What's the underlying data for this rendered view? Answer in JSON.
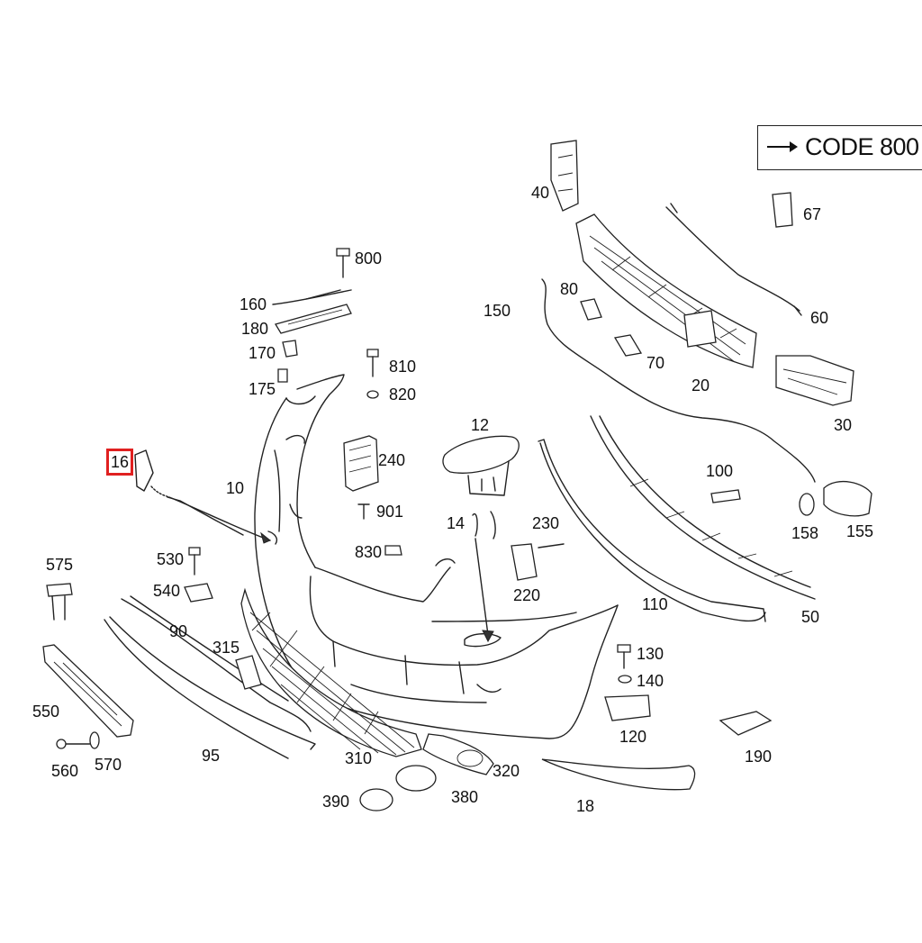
{
  "code_box": {
    "label": "CODE 800"
  },
  "highlighted_part": "16",
  "labels": {
    "p10": "10",
    "p12": "12",
    "p14": "14",
    "p18": "18",
    "p20": "20",
    "p30": "30",
    "p40": "40",
    "p50": "50",
    "p60": "60",
    "p67": "67",
    "p70": "70",
    "p80": "80",
    "p90": "90",
    "p95": "95",
    "p100": "100",
    "p110": "110",
    "p120": "120",
    "p130": "130",
    "p140": "140",
    "p150": "150",
    "p155": "155",
    "p158": "158",
    "p160": "160",
    "p170": "170",
    "p175": "175",
    "p180": "180",
    "p190": "190",
    "p220": "220",
    "p230": "230",
    "p240": "240",
    "p310": "310",
    "p315": "315",
    "p320": "320",
    "p380": "380",
    "p390": "390",
    "p530": "530",
    "p540": "540",
    "p550": "550",
    "p560": "560",
    "p570": "570",
    "p575": "575",
    "p800": "800",
    "p810": "810",
    "p820": "820",
    "p830": "830",
    "p901": "901"
  }
}
